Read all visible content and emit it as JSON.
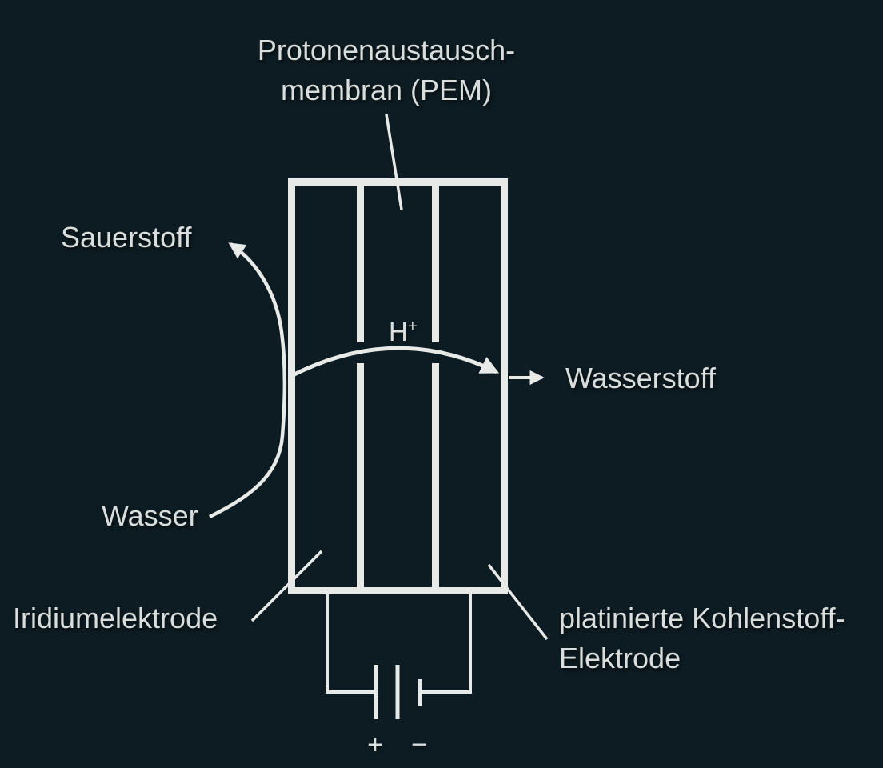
{
  "colors": {
    "background": "#0d1c22",
    "line": "#e8eae8",
    "text": "#d9dddc"
  },
  "labels": {
    "membrane_line1": "Protonenaustausch-",
    "membrane_line2": "membran (PEM)",
    "oxygen": "Sauerstoff",
    "hydrogen": "Wasserstoff",
    "water": "Wasser",
    "proton_symbol": "H",
    "proton_charge": "+",
    "anode": "Iridiumelektrode",
    "cathode_line1": "platinierte Kohlenstoff-",
    "cathode_line2": "Elektrode",
    "battery_plus": "+",
    "battery_minus": "−"
  }
}
